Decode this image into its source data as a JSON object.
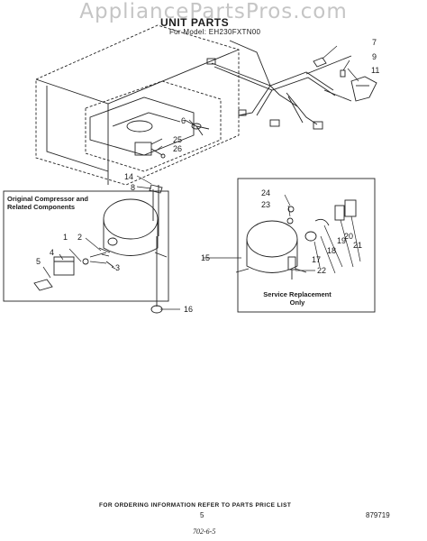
{
  "watermark": "AppliancePartsPros.com",
  "header": {
    "title": "UNIT PARTS",
    "model": "For Model: EH230FXTN00"
  },
  "callouts": {
    "c1": "1",
    "c2": "2",
    "c3": "3",
    "c4": "4",
    "c5": "5",
    "c6": "6",
    "c7": "7",
    "c8": "8",
    "c9": "9",
    "c11": "11",
    "c14": "14",
    "c15": "15",
    "c16": "16",
    "c17": "17",
    "c18": "18",
    "c19": "19",
    "c20": "20",
    "c21": "21",
    "c22": "22",
    "c23": "23",
    "c24": "24",
    "c25": "25",
    "c26": "26"
  },
  "left_box": {
    "label_line1": "Original Compressor and",
    "label_line2": "Related Components"
  },
  "right_box": {
    "label_line1": "Service Replacement",
    "label_line2": "Only"
  },
  "footer": {
    "ordering_note": "FOR ORDERING INFORMATION REFER TO PARTS PRICE LIST",
    "page_number": "5",
    "doc_number": "879719",
    "handwritten": "702-6-5"
  }
}
